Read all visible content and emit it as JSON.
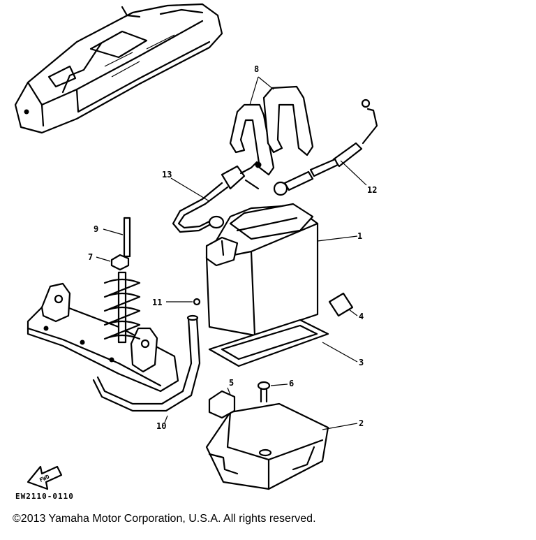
{
  "diagram": {
    "callouts": [
      {
        "id": "1",
        "label": "1"
      },
      {
        "id": "2",
        "label": "2"
      },
      {
        "id": "3",
        "label": "3"
      },
      {
        "id": "4",
        "label": "4"
      },
      {
        "id": "5",
        "label": "5"
      },
      {
        "id": "6",
        "label": "6"
      },
      {
        "id": "7",
        "label": "7"
      },
      {
        "id": "8",
        "label": "8"
      },
      {
        "id": "9",
        "label": "9"
      },
      {
        "id": "10",
        "label": "10"
      },
      {
        "id": "11",
        "label": "11"
      },
      {
        "id": "12",
        "label": "12"
      },
      {
        "id": "13",
        "label": "13"
      }
    ],
    "fwd_label": "FWD",
    "drawing_code": "EW2110-0110"
  },
  "footer": {
    "copyright": "©2013 Yamaha Motor Corporation, U.S.A. All rights reserved."
  }
}
